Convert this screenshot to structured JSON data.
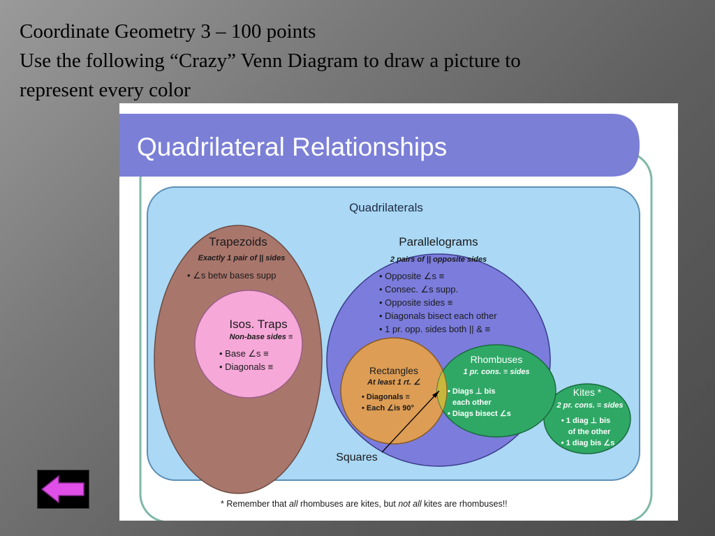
{
  "slide": {
    "title_lines": [
      "Coordinate Geometry 3 – 100 points",
      "Use the following “Crazy” Venn Diagram to draw a picture to",
      "represent every color"
    ]
  },
  "diagram": {
    "banner_title": "Quadrilateral Relationships",
    "quadrilaterals": {
      "label": "Quadrilaterals"
    },
    "trapezoids": {
      "label": "Trapezoids",
      "subtitle": "Exactly 1 pair of || sides",
      "items": [
        "• ∠s betw bases supp"
      ]
    },
    "isos_traps": {
      "label": "Isos. Traps",
      "subtitle": "Non-base sides ≡",
      "items": [
        "• Base ∠s ≡",
        "• Diagonals ≡"
      ]
    },
    "parallelograms": {
      "label": "Parallelograms",
      "subtitle": "2 pairs of || opposite sides",
      "items": [
        "• Opposite ∠s ≡",
        "• Consec. ∠s supp.",
        "• Opposite sides ≡",
        "• Diagonals bisect each other",
        "• 1 pr. opp. sides both || & ≡"
      ]
    },
    "rectangles": {
      "label": "Rectangles",
      "subtitle": "At least 1 rt. ∠",
      "items": [
        "• Diagonals ≡",
        "• Each ∠is 90°"
      ]
    },
    "rhombuses": {
      "label": "Rhombuses",
      "subtitle": "1 pr. cons. ≡ sides",
      "items": [
        "• Diags ⊥ bis",
        "each other",
        "• Diags bisect ∠s"
      ]
    },
    "kites": {
      "label": "Kites *",
      "subtitle": "2 pr. cons. ≡ sides",
      "items": [
        "• 1 diag ⊥ bis",
        "of the other",
        "• 1 diag bis ∠s"
      ]
    },
    "squares": {
      "label": "Squares"
    },
    "footnote": {
      "prefix": "* Remember that ",
      "em1": "all",
      "middle": " rhombuses are kites, but ",
      "em2": "not all",
      "suffix": " kites are rhombuses!!"
    },
    "colors": {
      "banner": "#7b7fd6",
      "quadrilaterals": "#aad8f5",
      "trapezoids": "#a9766c",
      "isos_traps": "#f6a8d8",
      "parallelograms": "#7b7cdc",
      "rectangles": "#dd9d55",
      "rhombuses": "#2fa866",
      "kites": "#2fa866"
    }
  },
  "nav": {
    "back_icon": "left-arrow-icon",
    "arrow_color": "#e04fe8"
  }
}
